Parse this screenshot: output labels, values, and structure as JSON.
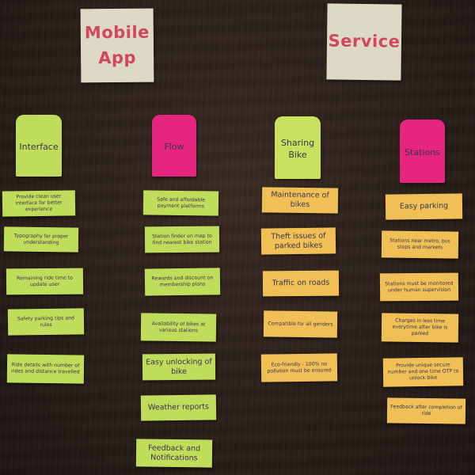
{
  "titles": {
    "left": "Mobile\nApp",
    "right": "Service"
  },
  "headers": {
    "interface": "Interface",
    "flow": "Flow",
    "sharing": "Sharing\nBike",
    "stations": "Stations"
  },
  "interface_cards": [
    "Provide clean user interface for better experience",
    "Typography for proper understanding",
    "Remaining ride time to update user",
    "Safety parking tips and rules",
    "Ride details with number of rides and distance travelled"
  ],
  "flow_cards": [
    "Safe and affordable payment platforms",
    "Station finder on map to find nearest bike station",
    "Rewards and discount on membership plans",
    "Availability of bikes at various stations",
    "Easy unlocking of bike",
    "Weather reports",
    "Feedback and Notifications"
  ],
  "sharing_cards": [
    "Maintenance of bikes",
    "Theft issues of parked bikes",
    "Traffic on roads",
    "Compatible for all genders",
    "Eco-friendly - 100% no pollution must be ensured"
  ],
  "station_cards": [
    "Easy parking",
    "Stations near metro, bus stops and markets",
    "Stations must be monitored under human supervision",
    "Charges in less time everytime after bike is parked",
    "Provide unique secure number and one time OTP to unlock bike",
    "Feedback after completion of ride"
  ],
  "colors": {
    "title_text": "#d0485a",
    "title_note": "#dcd9c4",
    "interface_header": "#bfdc5a",
    "flow_header": "#e5257f",
    "sharing_header": "#c8e15e",
    "stations_header": "#e5257f",
    "green_card": "#bfdc5a",
    "orange_card": "#f0bf55",
    "board": "#2a1e19"
  }
}
